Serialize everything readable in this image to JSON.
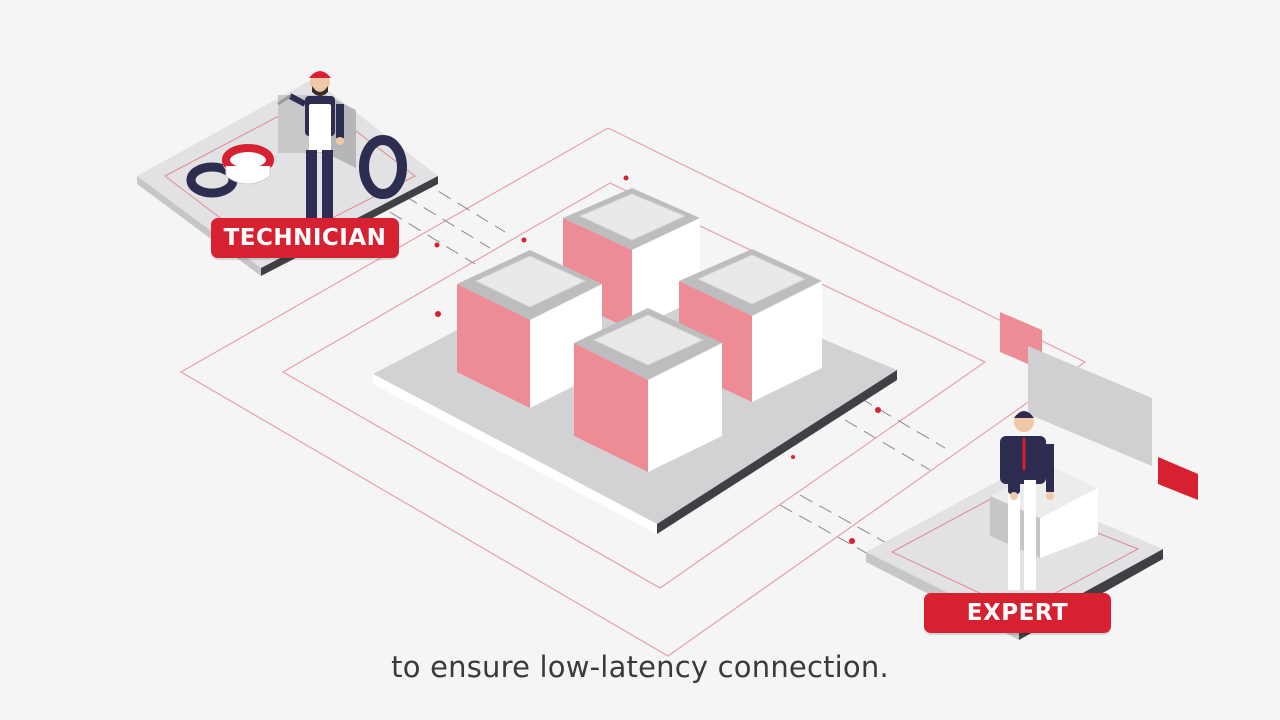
{
  "labels": {
    "technician": "TECHNICIAN",
    "expert": "EXPERT"
  },
  "caption": "to ensure low-latency connection.",
  "colors": {
    "background": "#f5f5f5",
    "accent_red": "#d72030",
    "cube_pink": "#ee8c96",
    "navy": "#2d2d52",
    "platform_gray": "#d2d2d4"
  },
  "icons": [
    "technician-figure",
    "expert-figure",
    "tire-icon",
    "server-cube-icon",
    "screen-panel-icon"
  ]
}
